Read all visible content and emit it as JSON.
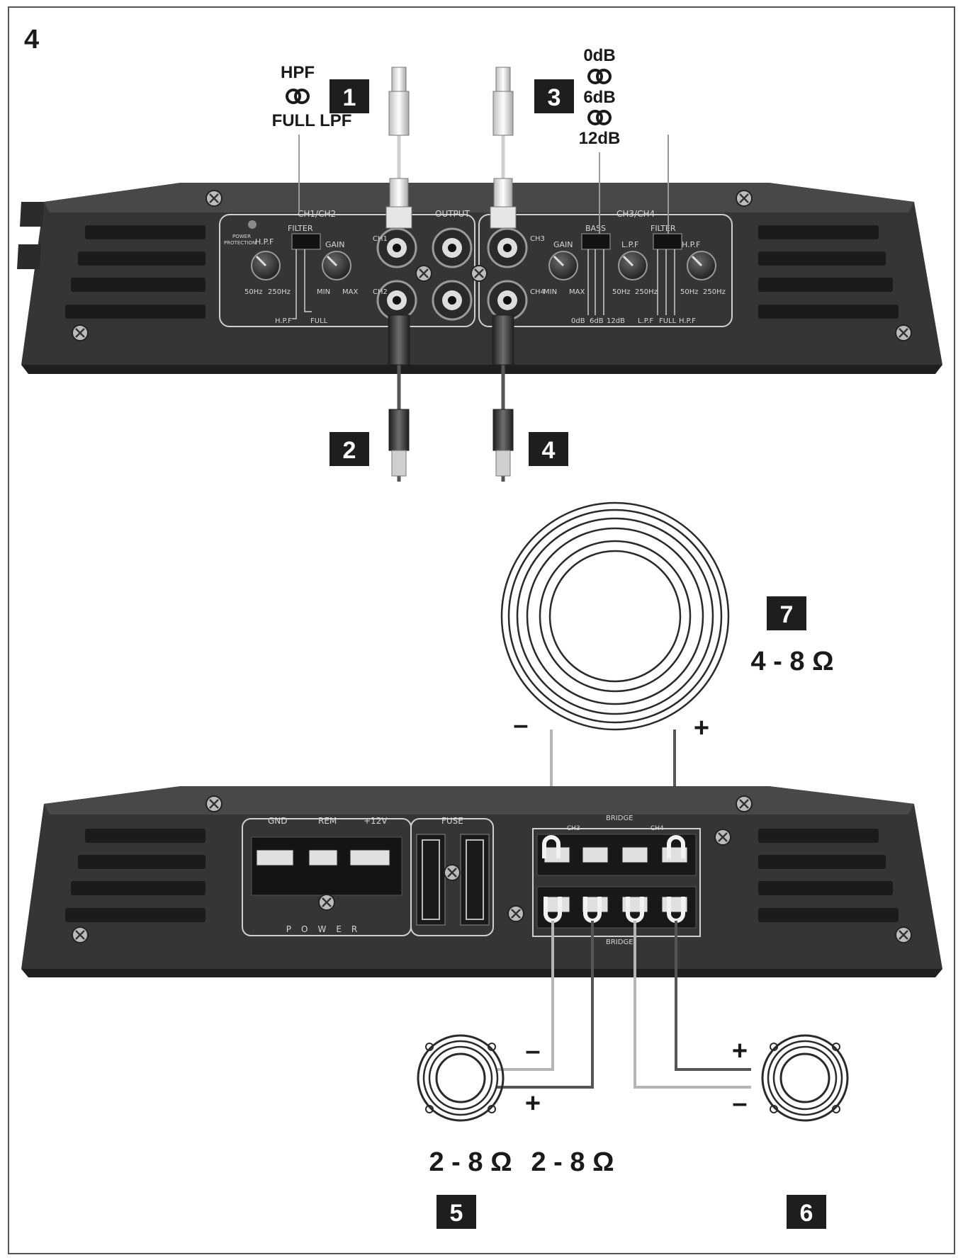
{
  "figure_number": "4",
  "callouts": {
    "c1": "1",
    "c2": "2",
    "c3": "3",
    "c4": "4",
    "c5": "5",
    "c6": "6",
    "c7": "7"
  },
  "filter_switch": {
    "top": "HPF",
    "bottom": "FULL LPF"
  },
  "bass_switch": {
    "a": "0dB",
    "b": "6dB",
    "c": "12dB"
  },
  "amp_top": {
    "ch12": "CH1/CH2",
    "output": "OUTPUT",
    "ch34": "CH3/CH4",
    "power_protection_1": "POWER",
    "power_protection_2": "PROTECTION",
    "hpf1": "H.P.F",
    "filter1": "FILTER",
    "gain": "GAIN",
    "bass": "BASS",
    "lpf": "L.P.F",
    "filter2": "FILTER",
    "hpf2": "H.P.F",
    "hz_50": "50Hz",
    "hz_250": "250Hz",
    "min": "MIN",
    "max": "MAX",
    "sw_hpf": "H.P.F",
    "sw_full": "FULL",
    "db0": "0dB",
    "db6": "6dB",
    "db12": "12dB",
    "sw_lpf": "L.P.F",
    "ch1_label": "CH1",
    "ch2_label": "CH2",
    "ch3_label": "CH3",
    "ch4_label": "CH4"
  },
  "amp_bottom": {
    "gnd": "GND",
    "rem": "REM",
    "v12": "+12V",
    "fuse": "FUSE",
    "power": "POWER",
    "bridge_top": "BRIDGE",
    "bridge_bottom": "BRIDGE",
    "ch3": "CH3",
    "ch4": "CH4"
  },
  "signs": {
    "minus": "–",
    "plus": "+"
  },
  "impedance": {
    "sub": "4 - 8 Ω",
    "left": "2 - 8 Ω",
    "right": "2 - 8 Ω"
  },
  "colors": {
    "amp_body": "#3a3a3a",
    "amp_dark": "#262626",
    "badge": "#1e1e1e"
  }
}
